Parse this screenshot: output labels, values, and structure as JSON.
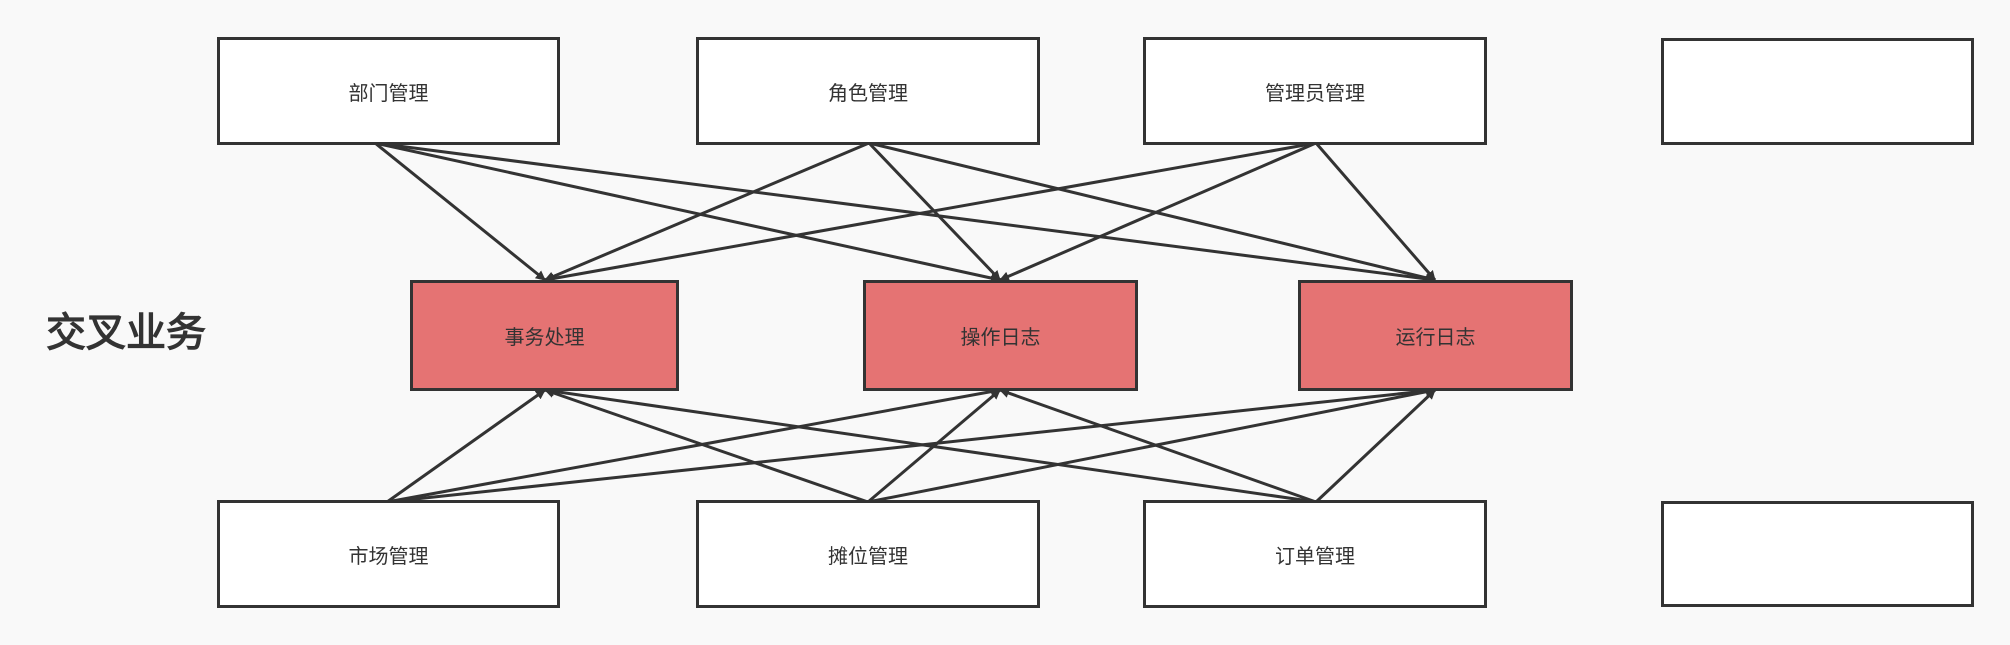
{
  "section_label": "交叉业务",
  "colors": {
    "background": "#f9f9f9",
    "box_fill": "#ffffff",
    "cross_fill": "#e57373",
    "stroke": "#333333"
  },
  "top_modules": [
    {
      "id": "dept",
      "label": "部门管理"
    },
    {
      "id": "role",
      "label": "角色管理"
    },
    {
      "id": "admin",
      "label": "管理员管理"
    },
    {
      "id": "top-extra",
      "label": ""
    }
  ],
  "cross_modules": [
    {
      "id": "tx",
      "label": "事务处理"
    },
    {
      "id": "oplog",
      "label": "操作日志"
    },
    {
      "id": "runlog",
      "label": "运行日志"
    }
  ],
  "bottom_modules": [
    {
      "id": "market",
      "label": "市场管理"
    },
    {
      "id": "stall",
      "label": "摊位管理"
    },
    {
      "id": "order",
      "label": "订单管理"
    },
    {
      "id": "bottom-extra",
      "label": ""
    }
  ],
  "connections": [
    {
      "from": "dept",
      "to": "tx"
    },
    {
      "from": "dept",
      "to": "oplog"
    },
    {
      "from": "dept",
      "to": "runlog"
    },
    {
      "from": "role",
      "to": "tx"
    },
    {
      "from": "role",
      "to": "oplog"
    },
    {
      "from": "role",
      "to": "runlog"
    },
    {
      "from": "admin",
      "to": "tx"
    },
    {
      "from": "admin",
      "to": "oplog"
    },
    {
      "from": "admin",
      "to": "runlog"
    },
    {
      "from": "market",
      "to": "tx"
    },
    {
      "from": "market",
      "to": "oplog"
    },
    {
      "from": "market",
      "to": "runlog"
    },
    {
      "from": "stall",
      "to": "tx"
    },
    {
      "from": "stall",
      "to": "oplog"
    },
    {
      "from": "stall",
      "to": "runlog"
    },
    {
      "from": "order",
      "to": "tx"
    },
    {
      "from": "order",
      "to": "oplog"
    },
    {
      "from": "order",
      "to": "runlog"
    }
  ]
}
